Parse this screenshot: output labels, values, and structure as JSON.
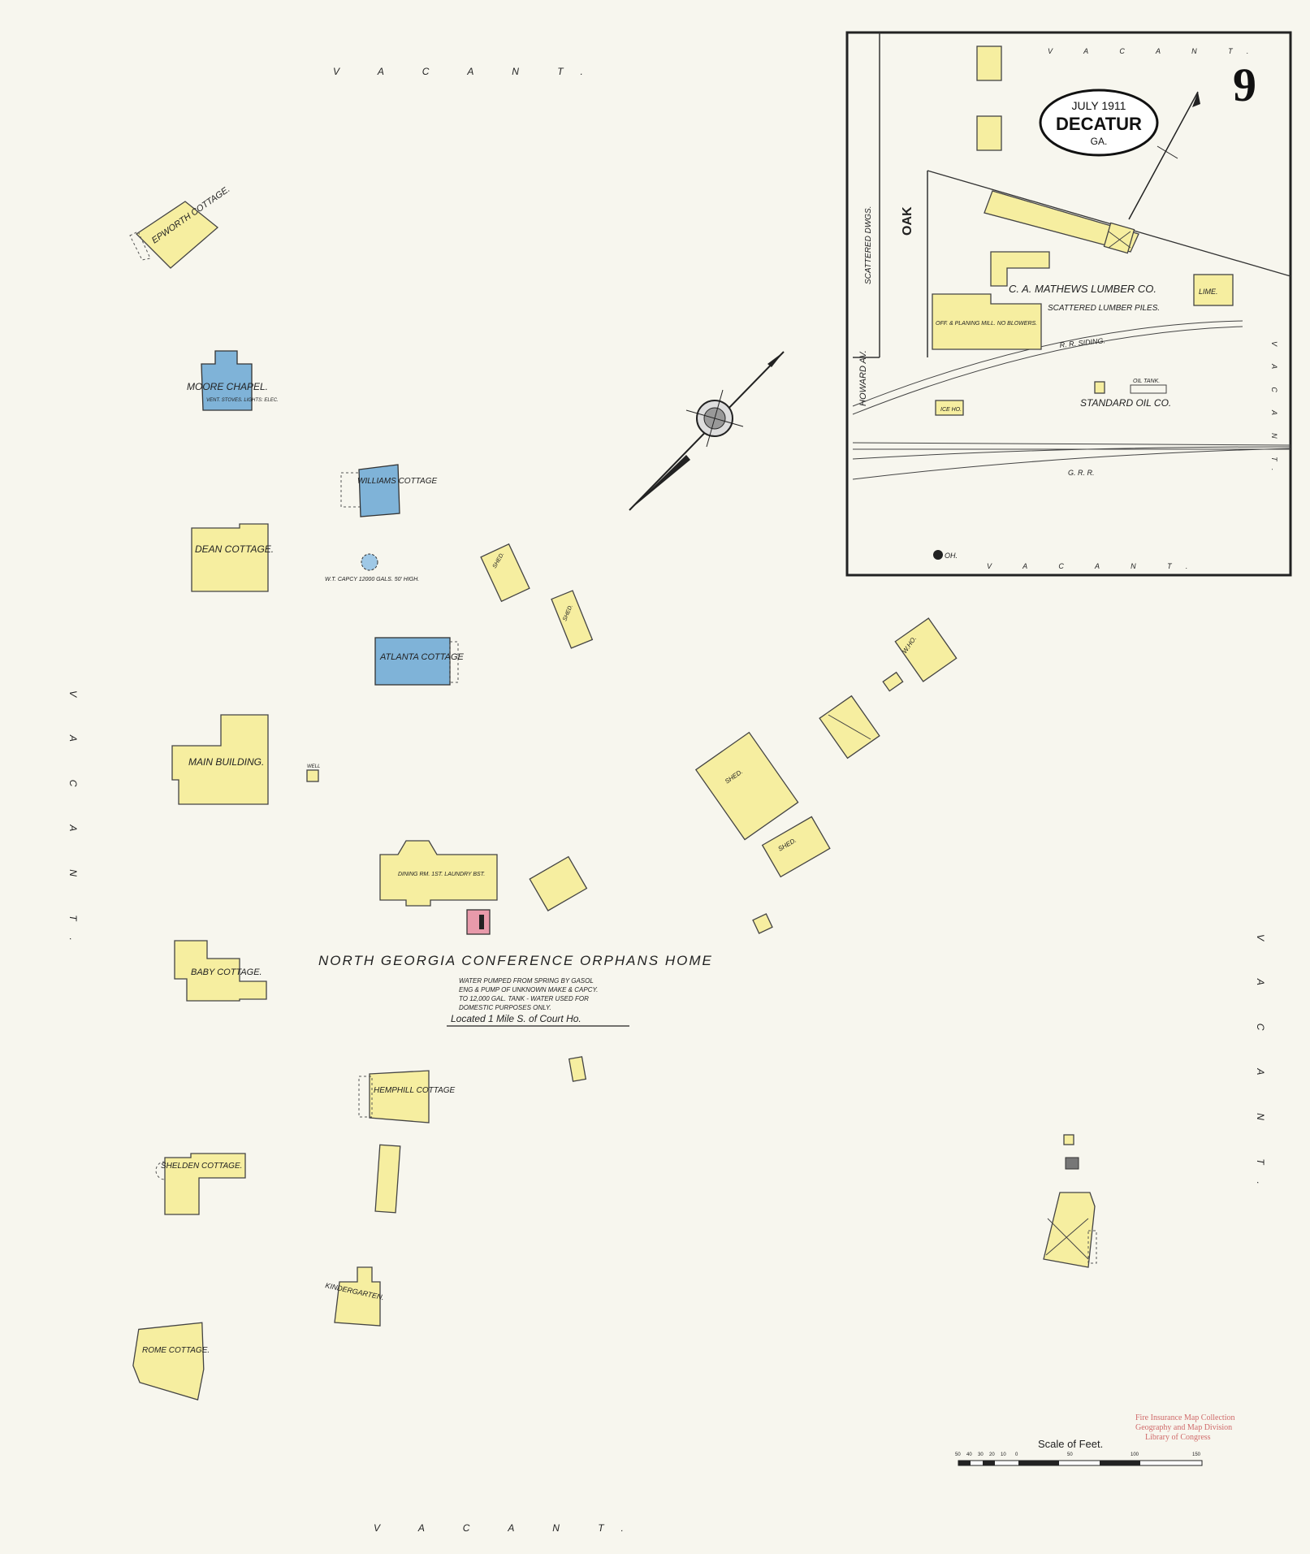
{
  "sheet": {
    "number": "9",
    "date": "JULY 1911",
    "city": "DECATUR",
    "state": "GA."
  },
  "borders": {
    "top": "V A C A N T.",
    "bottom": "V A C A N T.",
    "left": "V A C A N T.",
    "right": "V A C A N T."
  },
  "main": {
    "title": "NORTH GEORGIA   CONFERENCE   ORPHANS HOME",
    "note_lines": [
      "WATER PUMPED FROM SPRING BY GASOL",
      "ENG & PUMP OF UNKNOWN MAKE & CAPCY.",
      "TO 12,000 GAL. TANK - WATER USED FOR",
      "DOMESTIC PURPOSES ONLY."
    ],
    "location": "Located 1 Mile S. of Court Ho."
  },
  "buildings": {
    "epworth": "EPWORTH COTTAGE.",
    "moore_chapel": "MOORE CHAPEL.",
    "moore_chapel_note": "VENT. STOVES. LIGHTS: ELEC.",
    "williams": "WILLIAMS COTTAGE",
    "dean": "DEAN COTTAGE.",
    "tank": "W.T. CAPCY 12000 GALS. 50' HIGH.",
    "atlanta": "ATLANTA COTTAGE",
    "main_building": "MAIN BUILDING.",
    "dining": "DINING RM. 1ST. LAUNDRY BST.",
    "baby": "BABY COTTAGE.",
    "hemphill": "HEMPHILL COTTAGE",
    "shelden": "SHELDEN COTTAGE.",
    "kindergarten": "KINDERGARTEN.",
    "rome": "ROME COTTAGE.",
    "shed": "SHED.",
    "wh": "W.HO.",
    "well": "WELL"
  },
  "inset": {
    "street_oak": "OAK",
    "street_howard": "HOWARD AV.",
    "scattered_dwgs": "SCATTERED DWGS.",
    "lumber_co": "C. A. MATHEWS LUMBER CO.",
    "scattered_lumber": "SCATTERED LUMBER PILES.",
    "planing_mill": "OFF. & PLANING MILL. NO BLOWERS.",
    "rr_siding": "R. R. SIDING.",
    "standard_oil": "STANDARD OIL CO.",
    "oil_tank": "OIL TANK.",
    "ice_ho": "ICE HO.",
    "lime": "LIME.",
    "ga_rr": "G. R. R.",
    "oh": "OH.",
    "inset_vacant_top": "V A C A N T.",
    "inset_vacant_bottom": "V A C A N T.",
    "inset_vacant_right": "V A C A N T."
  },
  "scale": {
    "title": "Scale of Feet.",
    "ticks": [
      "50",
      "40",
      "30",
      "20",
      "10",
      "0",
      "50",
      "100",
      "150"
    ]
  },
  "stamp": {
    "lines": [
      "Fire Insurance Map Collection",
      "Geography and Map Division",
      "Library of Congress"
    ]
  }
}
